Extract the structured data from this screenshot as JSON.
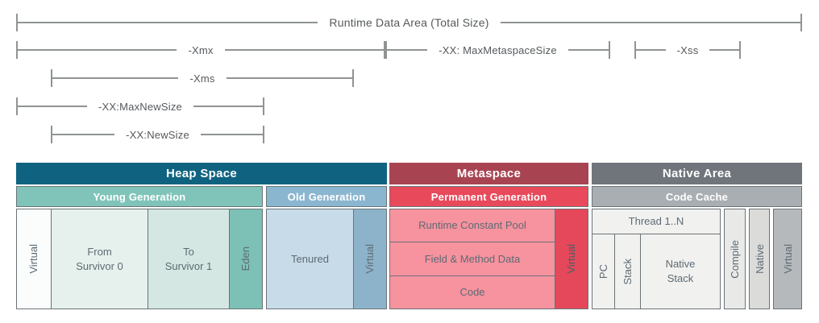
{
  "dims": {
    "runtime": "Runtime Data Area (Total Size)",
    "xmx": "-Xmx",
    "max_metaspace": "-XX: MaxMetaspaceSize",
    "xss": "-Xss",
    "xms": "-Xms",
    "max_new_size": "-XX:MaxNewSize",
    "new_size": "-XX:NewSize"
  },
  "heap": {
    "title": "Heap Space",
    "young": {
      "title": "Young Generation",
      "virtual": "Virtual",
      "from_survivor": "From\nSurvivor 0",
      "to_survivor": "To\nSurvivor 1",
      "eden": "Eden"
    },
    "old": {
      "title": "Old Generation",
      "tenured": "Tenured",
      "virtual": "Virtual"
    }
  },
  "metaspace": {
    "title": "Metaspace",
    "perm": {
      "title": "Permanent Generation",
      "rows": [
        "Runtime Constant Pool",
        "Field & Method Data",
        "Code"
      ],
      "virtual": "Virtual"
    }
  },
  "native": {
    "title": "Native Area",
    "code_cache": {
      "title": "Code Cache",
      "thread": "Thread 1..N",
      "pc": "PC",
      "stack": "Stack",
      "native_stack": "Native\nStack",
      "compile": "Compile",
      "native": "Native",
      "virtual": "Virtual"
    }
  },
  "colors": {
    "heap_header": "#0f6380",
    "young_subheader": "#80c4b9",
    "old_subheader": "#8ab6d0",
    "metaspace_header": "#a84452",
    "permanent_generation": "#e8495b",
    "metaspace_cells": "#f7929f",
    "metaspace_virtual": "#e4485a",
    "native_header": "#6f757b",
    "code_cache": "#a9aeb3",
    "eden": "#7dc0b5",
    "tenured": "#c8dbe8",
    "old_virtual": "#8db3ca",
    "cell_border": "#6b7478",
    "dimension_line": "#909394"
  }
}
